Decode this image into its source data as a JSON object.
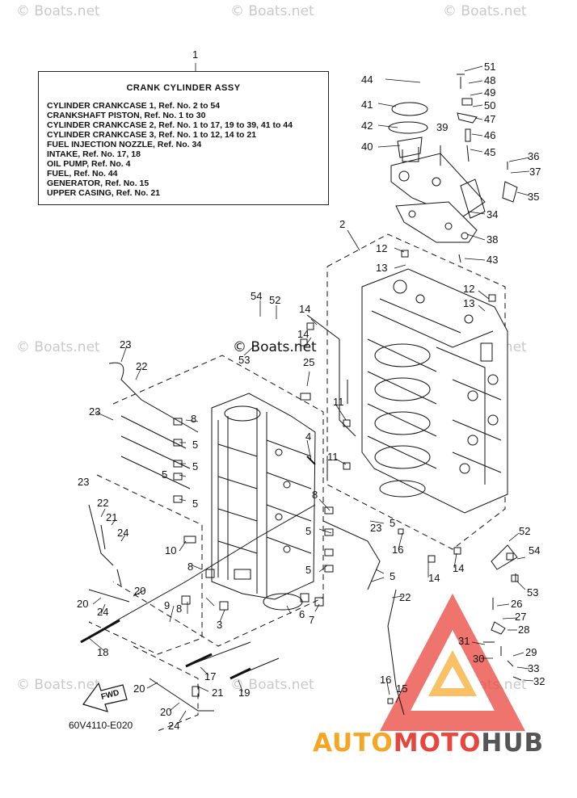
{
  "watermark": "© Boats.net",
  "legend": {
    "title": "CRANK CYLINDER ASSY",
    "lines": [
      "CYLINDER CRANKCASE 1,  Ref. No. 2 to 54",
      "CRANKSHAFT PISTON,  Ref. No. 1 to 30",
      "CYLINDER CRANKCASE 2,  Ref. No. 1 to 17, 19 to 39, 41 to 44",
      "CYLINDER CRANKCASE 3,  Ref. No. 1 to 12, 14 to 21",
      "FUEL INJECTION NOZZLE,  Ref. No. 34",
      "INTAKE,  Ref. No. 17, 18",
      "OIL PUMP,  Ref. No. 4",
      "FUEL,  Ref. No. 44",
      "GENERATOR,  Ref. No. 15",
      "UPPER CASING,  Ref. No. 21"
    ]
  },
  "fwd_label": "FWD",
  "part_code": "60V4110-E020",
  "logo": {
    "auto": "AUTO",
    "moto": "MOTO",
    "hub": "HUB",
    "color_orange": "#f5a623",
    "color_red": "#e8453c",
    "color_gray": "#555555"
  },
  "callouts": [
    "1",
    "2",
    "3",
    "4",
    "5",
    "5",
    "5",
    "5",
    "5",
    "5",
    "5",
    "5",
    "6",
    "7",
    "8",
    "8",
    "8",
    "8",
    "9",
    "10",
    "11",
    "11",
    "12",
    "12",
    "13",
    "13",
    "14",
    "14",
    "14",
    "14",
    "15",
    "16",
    "16",
    "17",
    "18",
    "19",
    "20",
    "20",
    "20",
    "20",
    "21",
    "21",
    "22",
    "22",
    "22",
    "23",
    "23",
    "23",
    "23",
    "24",
    "24",
    "24",
    "25",
    "26",
    "27",
    "28",
    "29",
    "30",
    "31",
    "32",
    "33",
    "34",
    "35",
    "36",
    "37",
    "38",
    "39",
    "40",
    "41",
    "42",
    "43",
    "44",
    "45",
    "46",
    "47",
    "48",
    "49",
    "50",
    "51",
    "52",
    "52",
    "53",
    "53",
    "54",
    "54"
  ]
}
